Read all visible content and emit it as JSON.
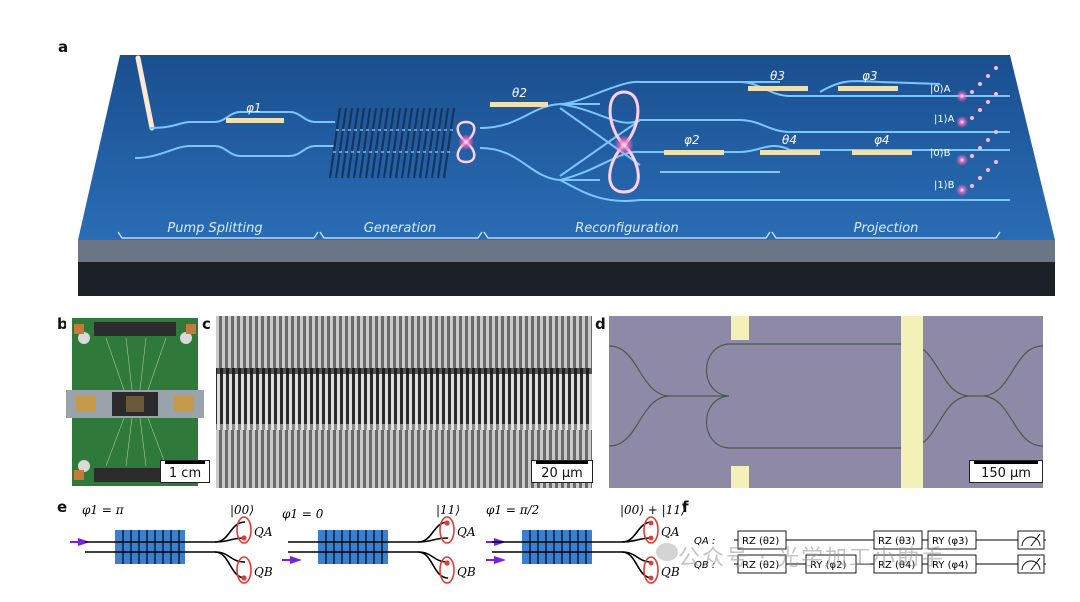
{
  "panels": {
    "a": {
      "letter": "a",
      "sections": [
        "Pump Splitting",
        "Generation",
        "Reconfiguration",
        "Projection"
      ],
      "phase_labels": {
        "phi1": "φ1",
        "theta2": "θ2",
        "theta3": "θ3",
        "phi3": "φ3",
        "phi2": "φ2",
        "theta4": "θ4",
        "phi4": "φ4"
      },
      "outputs": [
        "|0⟩A",
        "|1⟩A",
        "|0⟩B",
        "|1⟩B"
      ]
    },
    "b": {
      "letter": "b",
      "scale": "1 cm"
    },
    "c": {
      "letter": "c",
      "scale": "20 μm"
    },
    "d": {
      "letter": "d",
      "scale": "150 μm"
    },
    "e": {
      "letter": "e",
      "cases": [
        {
          "phase": "φ1 = π",
          "state": "|00⟩"
        },
        {
          "phase": "φ1 = 0",
          "state": "|11⟩"
        },
        {
          "phase": "φ1 = π/2",
          "state": "|00⟩ + |11⟩"
        }
      ],
      "qubits": [
        "QA",
        "QB"
      ]
    },
    "f": {
      "letter": "f",
      "rows": [
        {
          "label": "QA :",
          "gates": [
            "RZ (θ2)",
            "RZ (θ3)",
            "RY (φ3)"
          ]
        },
        {
          "label": "QB :",
          "gates": [
            "RZ (θ2)",
            "RY (φ2)",
            "RZ (θ4)",
            "RY (φ4)"
          ]
        }
      ]
    }
  },
  "watermark": "公众号 · 光学加工小助手",
  "colors": {
    "chip": "#1f5fa5",
    "waveguide": "#7cc6ff",
    "heater": "#efe0b0",
    "glow": "#ff5ab4",
    "arrow": "#7b1fe0",
    "ellipse": "#e53935"
  }
}
